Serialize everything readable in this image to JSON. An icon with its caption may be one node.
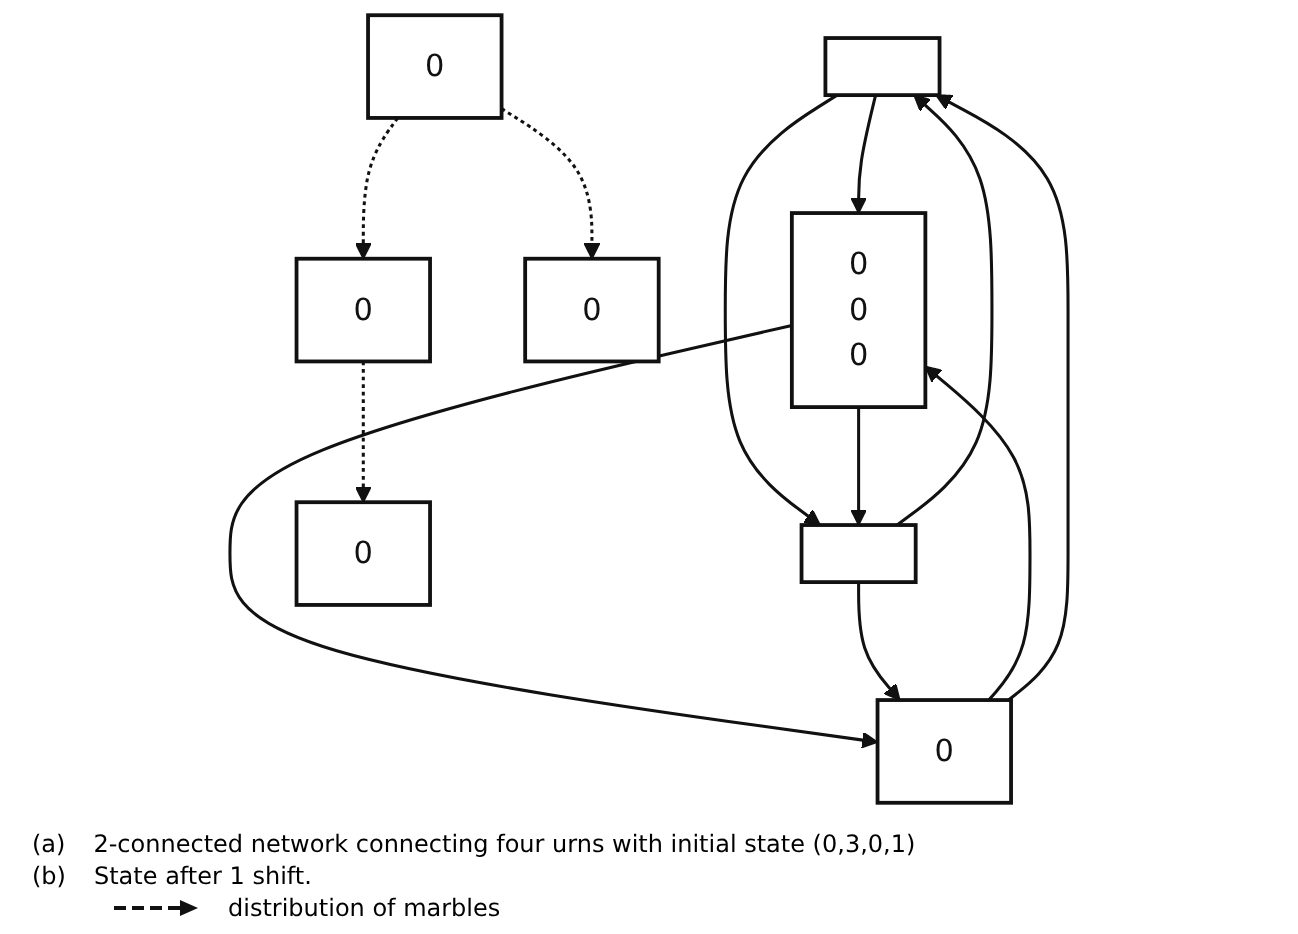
{
  "diagram": {
    "nodes": [
      {
        "text": [],
        "shape": "box"
      },
      {
        "text": [
          "0",
          "0",
          "0"
        ]
      },
      {
        "text": [],
        "shape": "box"
      },
      {
        "text": [
          "0"
        ]
      },
      {
        "text": [
          "0"
        ]
      },
      {
        "text": [
          "0"
        ]
      },
      {
        "text": [
          "0"
        ]
      },
      {
        "text": [
          "0"
        ]
      }
    ],
    "edges": [
      {
        "from": 0,
        "to": 1,
        "arrow": "to"
      },
      {
        "from": 0,
        "to": 2,
        "arrow": "to"
      },
      {
        "from": 1,
        "to": 2,
        "arrow": "to"
      },
      {
        "from": 1,
        "to": 3,
        "arrow": "to"
      },
      {
        "from": 3,
        "to": 1,
        "arrow": "to"
      },
      {
        "from": 2,
        "to": 3,
        "arrow": "to"
      },
      {
        "from": 2,
        "to": 0,
        "arrow": "to"
      },
      {
        "from": 3,
        "to": 0,
        "arrow": "to"
      },
      {
        "from": 7,
        "to": 4,
        "arrow": "to",
        "style": "dashed"
      },
      {
        "from": 5,
        "to": 6,
        "arrow": "to",
        "style": "dashed"
      },
      {
        "from": 5,
        "to": 7,
        "arrow": "to",
        "style": "dashed"
      }
    ],
    "labels": [
      "(a)",
      "2-connected network connecting four urns with initial state (0,3,0,1)",
      "(b)",
      "State after 1 shift."
    ],
    "legend": [
      {
        "text": "distribution of marbles"
      }
    ]
  }
}
